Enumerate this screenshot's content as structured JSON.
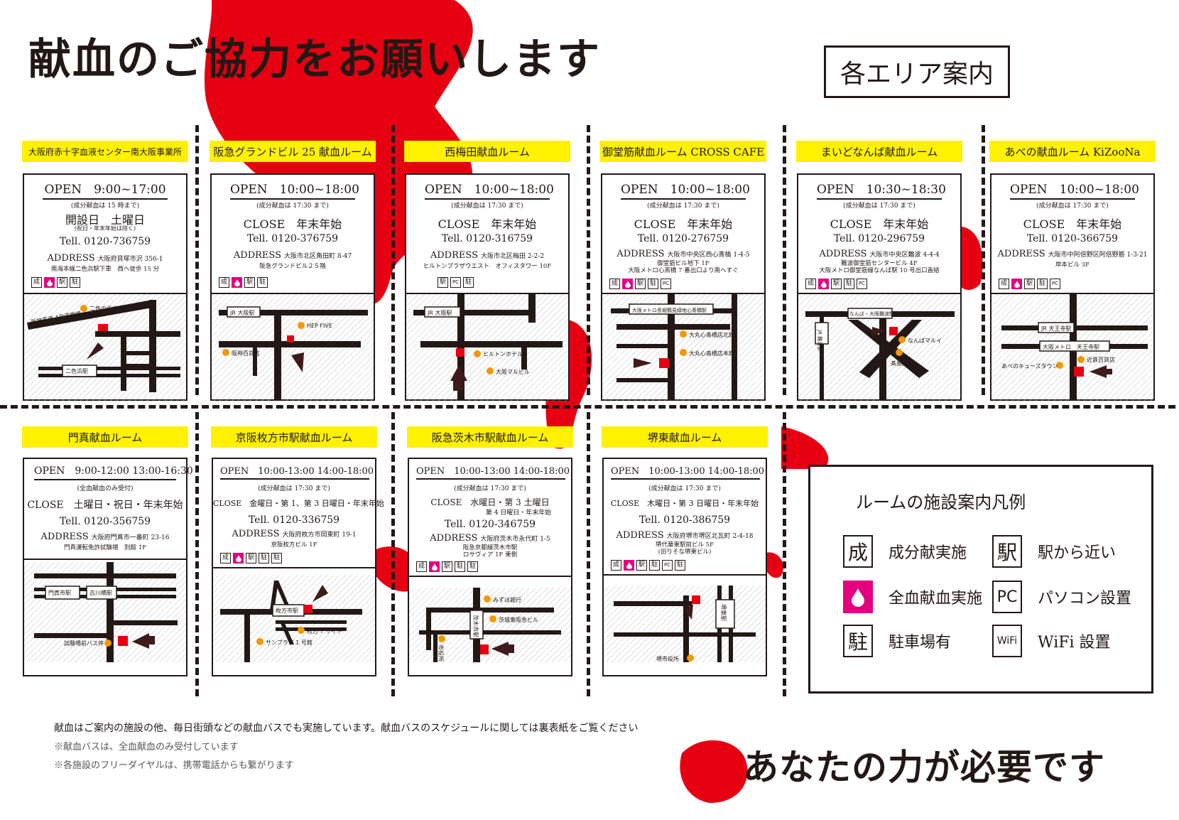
{
  "title": "献血のご協力をお願いします",
  "area_guide": "各エリア案内",
  "colors": {
    "red": "#e60012",
    "yellow": "#fff100",
    "magenta": "#e4007f",
    "ink": "#231815"
  },
  "rooms": [
    {
      "name": "大阪府赤十字血液センター南大阪事業所",
      "open": "OPEN　9:00~17:00",
      "sub": "(成分献血は 15 時まで)",
      "closed": "開設日　土曜日",
      "closed_sub": "(祝日・年末年始は除く)",
      "tel": "Tell. 0120-736759",
      "addr_label": "ADDRESS",
      "addr": "大阪府貝塚市沢 356-1",
      "note1": "南海本線二色浜駅下車　西へ徒歩 15 分",
      "note2": "",
      "icons": [
        "成",
        "drop",
        "駅",
        "駐"
      ],
      "map_labels": [
        "二色の浜公園",
        "二色浜駅",
        "阪神高速 4号湾岸線"
      ]
    },
    {
      "name": "阪急グランドビル 25 献血ルーム",
      "open": "OPEN　10:00~18:00",
      "sub": "(成分献血は 17:30 まで)",
      "closed": "CLOSE　年末年始",
      "closed_sub": "",
      "tel": "Tell. 0120-376759",
      "addr_label": "ADDRESS",
      "addr": "大阪市北区角田町 8-47",
      "note1": "阪急グランドビル２５階",
      "note2": "",
      "icons": [
        "成",
        "drop",
        "駅",
        "駐"
      ],
      "map_labels": [
        "JR 大阪駅",
        "HEP FIVE",
        "阪神百貨店"
      ]
    },
    {
      "name": "西梅田献血ルーム",
      "open": "OPEN　10:00~18:00",
      "sub": "(成分献血は 17:30 まで)",
      "closed": "CLOSE　年末年始",
      "closed_sub": "",
      "tel": "Tell. 0120-316759",
      "addr_label": "ADDRESS",
      "addr": "大阪市北区梅田 2-2-2",
      "note1": "ヒルトンプラザウエスト　オフィスタワー 10F",
      "note2": "",
      "icons": [
        "駅",
        "PC",
        "駐"
      ],
      "map_labels": [
        "JR 大阪駅",
        "ヒルトンホテル",
        "大阪マルビル"
      ]
    },
    {
      "name": "御堂筋献血ルーム CROSS CAFE",
      "open": "OPEN　10:00~18:00",
      "sub": "(成分献血は 17:30 まで)",
      "closed": "CLOSE　年末年始",
      "closed_sub": "",
      "tel": "Tell. 0120-276759",
      "addr_label": "ADDRESS",
      "addr": "大阪市中央区西心斎橋 1-4-5",
      "note1": "御堂筋ビル地下 1F",
      "note2": "大阪メトロ心斎橋 7 番出口より南へすぐ",
      "icons": [
        "成",
        "drop",
        "駅",
        "駐",
        "PC"
      ],
      "map_labels": [
        "大阪メトロ長堀鶴見緑地心斎橋駅",
        "大丸心斎橋店北館",
        "大丸心斎橋店本館"
      ]
    },
    {
      "name": "まいどなんば献血ルーム",
      "open": "OPEN　10:30~18:30",
      "sub": "(成分献血は 17:30 まで)",
      "closed": "CLOSE　年末年始",
      "closed_sub": "",
      "tel": "Tell. 0120-296759",
      "addr_label": "ADDRESS",
      "addr": "大阪市中央区難波 4-4-4",
      "note1": "難波御堂筋センタービル 4F",
      "note2": "大阪メトロ御堂筋線なんば駅 10 号出口直結",
      "icons": [
        "成",
        "drop",
        "駅",
        "駐",
        "PC"
      ],
      "map_labels": [
        "なんば・大阪難波駅",
        "JR 難波駅",
        "なんばマルイ",
        "髙島屋"
      ]
    },
    {
      "name": "あべの献血ルーム KiZooNa",
      "open": "OPEN　10:00~18:00",
      "sub": "(成分献血は 17:30 まで)",
      "closed": "CLOSE　年末年始",
      "closed_sub": "",
      "tel": "Tell. 0120-366759",
      "addr_label": "ADDRESS",
      "addr": "大阪市中阿倍野区阿倍野筋 1-3-21",
      "note1": "岸本ビル 3F",
      "note2": "",
      "icons": [
        "成",
        "drop",
        "駅",
        "駐",
        "PC"
      ],
      "map_labels": [
        "JR 天王寺駅",
        "大阪メトロ　天王寺駅",
        "あべのキューズタウン",
        "近鉄百貨店"
      ]
    },
    {
      "name": "門真献血ルーム",
      "open": "OPEN　9:00-12:00 13:00-16:30",
      "sub": "(全血献血のみ受付)",
      "closed": "CLOSE　土曜日・祝日・年末年始",
      "closed_sub": "",
      "tel": "Tell. 0120-356759",
      "addr_label": "ADDRESS",
      "addr": "大阪府門真市一番町 23-16",
      "note1": "門真運転免許試験場　別館 1F",
      "note2": "",
      "icons": [],
      "map_labels": [
        "門真市駅",
        "古川橋駅",
        "試験場前バス停"
      ]
    },
    {
      "name": "京阪枚方市駅献血ルーム",
      "open": "OPEN　10:00-13:00 14:00-18:00",
      "sub": "(成分献血は 17:30 まで)",
      "closed": "CLOSE　金曜日・第 1、第 3 日曜日・年末年始",
      "closed_sub": "",
      "tel": "Tell. 0120-336759",
      "addr_label": "ADDRESS",
      "addr": "大阪府枚方市岡東町 19-1",
      "note1": "京阪枚方ビル 1F",
      "note2": "",
      "icons": [
        "成",
        "drop",
        "駅",
        "駐",
        "駐"
      ],
      "map_labels": [
        "枚方市駅",
        "枚方 T サイト",
        "サンプラザ 1 号館"
      ]
    },
    {
      "name": "阪急茨木市駅献血ルーム",
      "open": "OPEN　10:00-13:00 14:00-18:00",
      "sub": "(成分献血は 17:30 まで)",
      "closed": "CLOSE　水曜日・第 3 土曜日",
      "closed2": "第 4 日曜日・年末年始",
      "closed_sub": "",
      "tel": "Tell. 0120-346759",
      "addr_label": "ADDRESS",
      "addr": "大阪府茨木市永代町 1-5",
      "note1": "阪急京都線茨木市駅",
      "note2": "ロサヴィア 1F 東側",
      "icons": [
        "成",
        "drop",
        "駅",
        "駐",
        "駐"
      ],
      "map_labels": [
        "みずほ銀行",
        "茨木市駅",
        "茨城東阪急ビル",
        "市役所南通り"
      ]
    },
    {
      "name": "堺東献血ルーム",
      "open": "OPEN　10:00-13:00 14:00-18:00",
      "sub": "(成分献血は 17:30 まで)",
      "closed": "CLOSE　木曜日・第 3 日曜日・年末年始",
      "closed_sub": "",
      "tel": "Tell. 0120-386759",
      "addr_label": "ADDRESS",
      "addr": "大阪府堺市堺区北瓦町 2-4-18",
      "note1": "堺代華東駅前ビル 5F",
      "note2": "(旧りそな堺東ビル)",
      "icons": [
        "成",
        "drop",
        "駅",
        "駐",
        "PC",
        "駐"
      ],
      "map_labels": [
        "堺東駅",
        "堺市役所"
      ]
    }
  ],
  "legend": {
    "title": "ルームの施設案内凡例",
    "items": [
      {
        "glyph": "成",
        "text": "成分献実施"
      },
      {
        "glyph": "駅",
        "text": "駅から近い"
      },
      {
        "glyph": "",
        "text": "全血献血実施"
      },
      {
        "glyph": "PC",
        "text": "パソコン設置"
      },
      {
        "glyph": "駐",
        "text": "駐車場有"
      },
      {
        "glyph": "WiFi",
        "text": "WiFi 設置"
      }
    ]
  },
  "footer": {
    "line1": "献血はご案内の施設の他、毎日街頭などの献血バスでも実施しています。献血バスのスケジュールに関しては裏表紙をご覧ください",
    "line2": "※献血バスは、全血献血のみ受付しています",
    "line3": "※各施設のフリーダイヤルは、携帯電話からも繋がります"
  },
  "slogan": "あなたの力が必要です"
}
